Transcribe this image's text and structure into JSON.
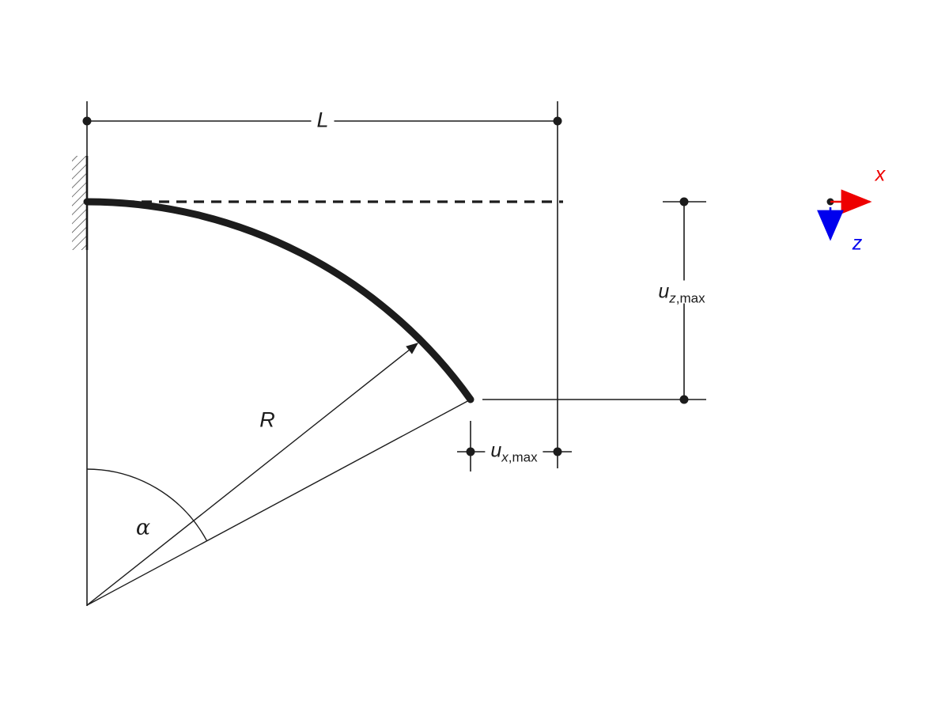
{
  "figure": {
    "labels": {
      "length": "L",
      "radius": "R",
      "angle": "α",
      "u_z": {
        "base": "u",
        "sub_var": "z",
        "sub_text": ",max"
      },
      "u_x": {
        "base": "u",
        "sub_var": "x",
        "sub_text": ",max"
      },
      "axis_x": "x",
      "axis_z": "z"
    },
    "colors": {
      "stroke": "#1c1c1c",
      "beam": "#1c1c1c",
      "axis_x": "#ee0000",
      "axis_z": "#0000ee",
      "background": "#ffffff"
    }
  }
}
